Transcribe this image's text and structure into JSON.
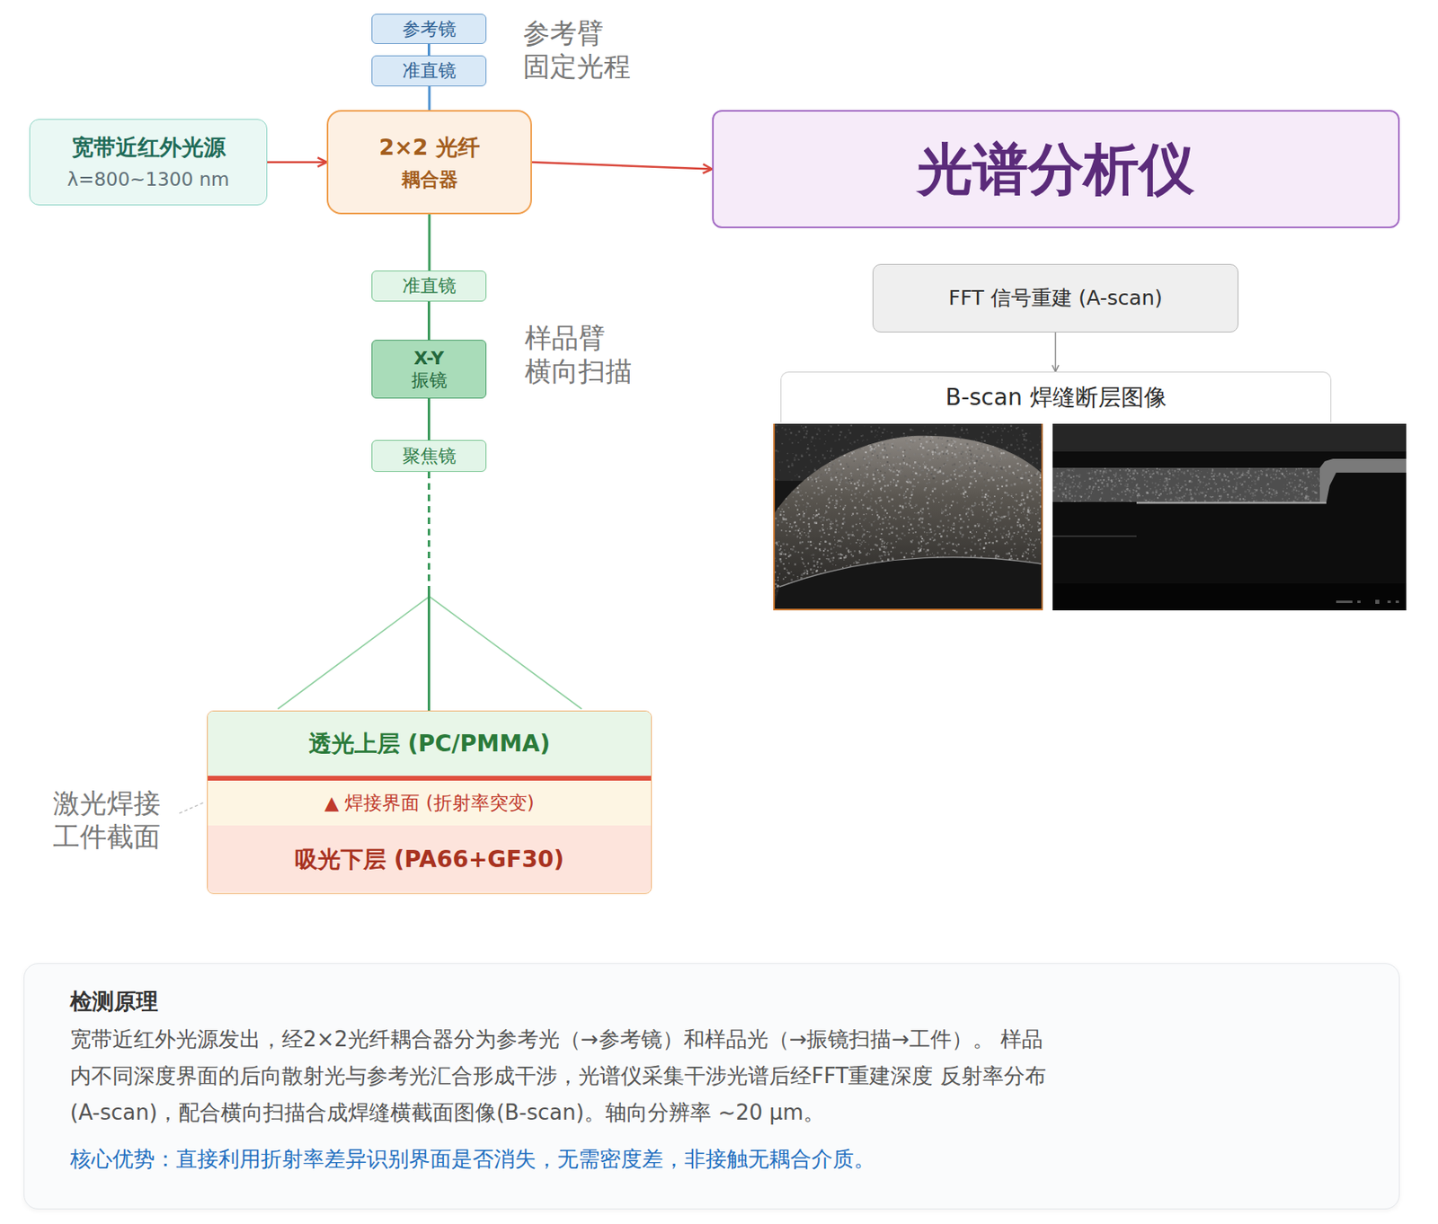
{
  "diagram": {
    "nodes": [
      {
        "text": [
          "参考镜"
        ]
      },
      {
        "text": [
          "准直镜"
        ]
      },
      {
        "text": [
          "宽带近红外光源",
          "λ=800~1300 nm"
        ]
      },
      {
        "text": [
          "2×2 光纤",
          "耦合器"
        ]
      },
      {
        "text": [
          "光谱分析仪"
        ]
      },
      {
        "text": [
          "准直镜"
        ]
      },
      {
        "text": [
          "X-Y",
          "振镜"
        ]
      },
      {
        "text": [
          "聚焦镜"
        ]
      },
      {
        "text": [
          "FFT 信号重建 (A-scan)"
        ]
      },
      {
        "text": [
          "B-scan 焊缝断层图像"
        ]
      },
      {
        "text": [
          "激光焊接 工件截面"
        ]
      },
      {
        "text": [
          "透光上层 (PC/PMMA)"
        ],
        "in": 10
      },
      {
        "text": [
          "▲ 焊接界面 (折射率突变)"
        ],
        "in": 10
      },
      {
        "text": [
          "吸光下层 (PA66+GF30)"
        ],
        "in": 10
      },
      {
        "text": [
          "检测原理",
          "宽带近红外光源发出，经2×2光纤耦合器分为参考光（→参考镜）和样品光（→振镜扫描→工件）。 样品内不同深度界面的后向散射光与参考光汇合形成干涉，光谱仪采集干涉光谱后经FFT重建深度 反射率分布(A-scan)，配合横向扫描合成焊缝横截面图像(B-scan)。轴向分辨率 ~20 μm。",
          "核心优势：直接利用折射率差异识别界面是否消失，无需密度差，非接触无耦合介质。"
        ]
      }
    ],
    "edges": [
      {
        "from": 2,
        "to": 3,
        "arrow": "to"
      },
      {
        "from": 3,
        "to": 4,
        "arrow": "to"
      },
      {
        "from": 3,
        "to": 1,
        "arrow": "none"
      },
      {
        "from": 1,
        "to": 0,
        "arrow": "none"
      },
      {
        "from": 3,
        "to": 5,
        "arrow": "none"
      },
      {
        "from": 5,
        "to": 6,
        "arrow": "none"
      },
      {
        "from": 6,
        "to": 7,
        "arrow": "none"
      },
      {
        "from": 7,
        "to": 11,
        "arrow": "none"
      },
      {
        "from": 8,
        "to": 9,
        "arrow": "to"
      }
    ],
    "labels": [
      "参考臂 固定光程",
      "样品臂 横向扫描"
    ]
  }
}
